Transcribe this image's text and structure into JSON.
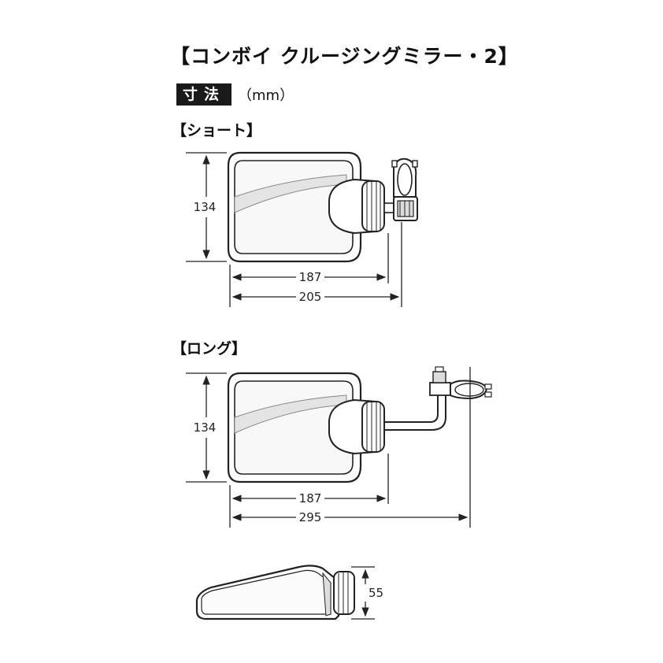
{
  "title": "【コンボイ クルージングミラー・2】",
  "dimensions": {
    "badge": "寸法",
    "unit": "（mm）"
  },
  "short": {
    "label": "【ショート】",
    "height": "134",
    "width_mirror": "187",
    "width_total": "205"
  },
  "long": {
    "label": "【ロング】",
    "height": "134",
    "width_mirror": "187",
    "width_total": "295"
  },
  "side": {
    "depth": "55"
  }
}
